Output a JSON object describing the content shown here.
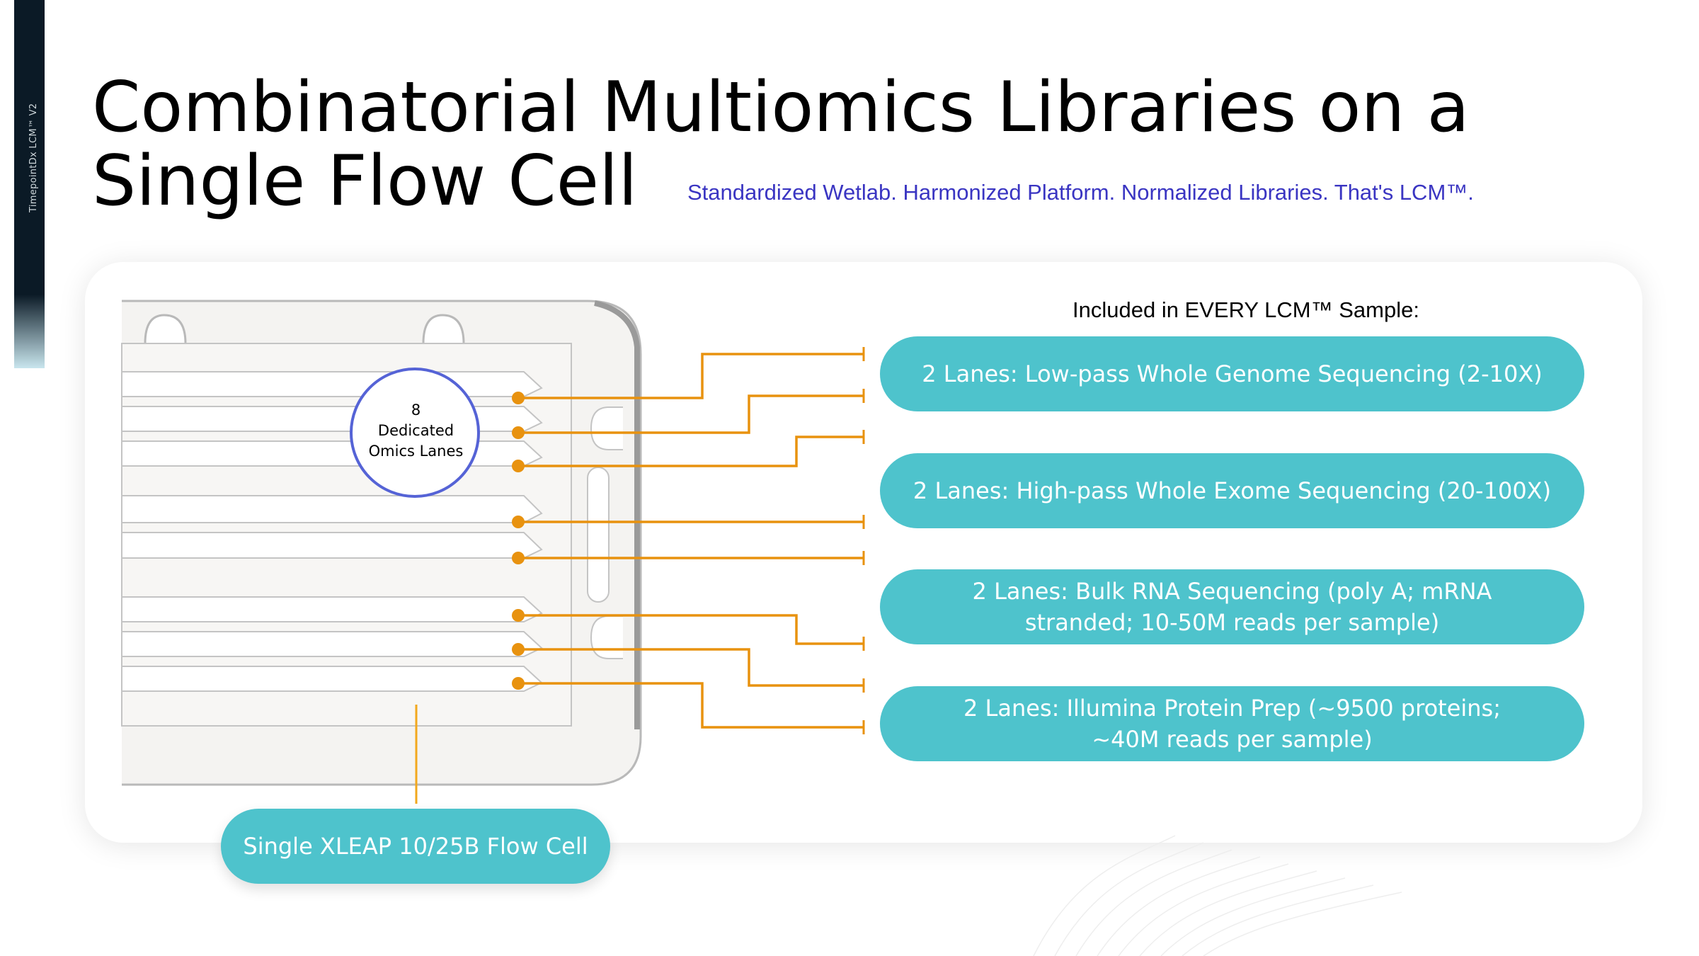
{
  "sidebar": {
    "label": "TimepointDx LCM™ V2"
  },
  "header": {
    "title": "Combinatorial Multiomics Libraries on a Single Flow Cell",
    "tagline": "Standardized Wetlab. Harmonized Platform. Normalized Libraries. That's LCM™."
  },
  "diagram": {
    "included_label": "Included in EVERY LCM™ Sample:",
    "lane_circle": {
      "count": "8",
      "text": "Dedicated Omics Lanes"
    },
    "lanes": [
      {
        "line1": "2 Lanes: Low-pass Whole Genome Sequencing (2-10X)",
        "line2": ""
      },
      {
        "line1": "2 Lanes: High-pass Whole Exome Sequencing (20-100X)",
        "line2": ""
      },
      {
        "line1": "2 Lanes: Bulk RNA Sequencing (poly A; mRNA",
        "line2": "stranded; 10-50M reads per sample)"
      },
      {
        "line1": "2 Lanes: Illumina Protein Prep (~9500 proteins;",
        "line2": "~40M reads per sample)"
      }
    ],
    "flow_cell_label": "Single XLEAP 10/25B Flow Cell"
  },
  "colors": {
    "accent_teal": "#4ec3cc",
    "connector_orange": "#e8920f",
    "circle_blue": "#5563d6",
    "tagline_blue": "#3a35c2",
    "sidebar_dark": "#0b1a26"
  }
}
